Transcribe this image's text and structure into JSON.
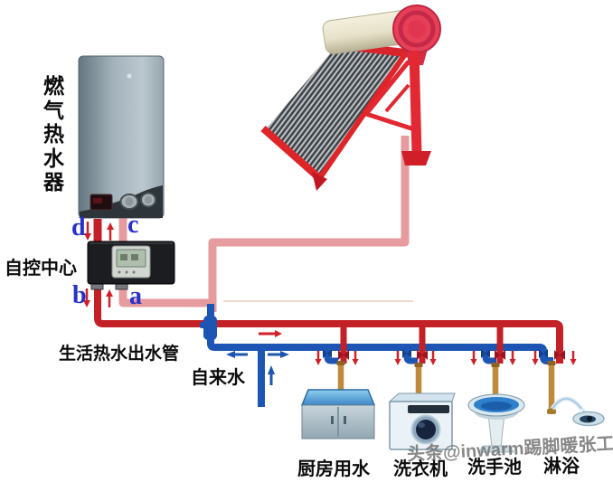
{
  "labels": {
    "gas_heater": "燃气热水器",
    "control_center": "自控中心",
    "hot_water_outlet": "生活热水出水管",
    "tap_water": "自来水"
  },
  "ports": {
    "a": "a",
    "b": "b",
    "c": "c",
    "d": "d"
  },
  "fixtures": [
    {
      "label": "厨房用水"
    },
    {
      "label": "洗衣机"
    },
    {
      "label": "洗手池"
    },
    {
      "label": "淋浴"
    }
  ],
  "watermark": {
    "text": "头条@inwarm踢脚暖张工"
  },
  "colors": {
    "hot_pipe": "#c32127",
    "warm_return_pipe": "#e69b9e",
    "cold_pipe": "#1d55b5",
    "faucet_brass": "#bf8a3c",
    "collector_frame": "#e02528",
    "tank_cream": "#ece8d4",
    "port_letter_blue": "#2531c8"
  }
}
